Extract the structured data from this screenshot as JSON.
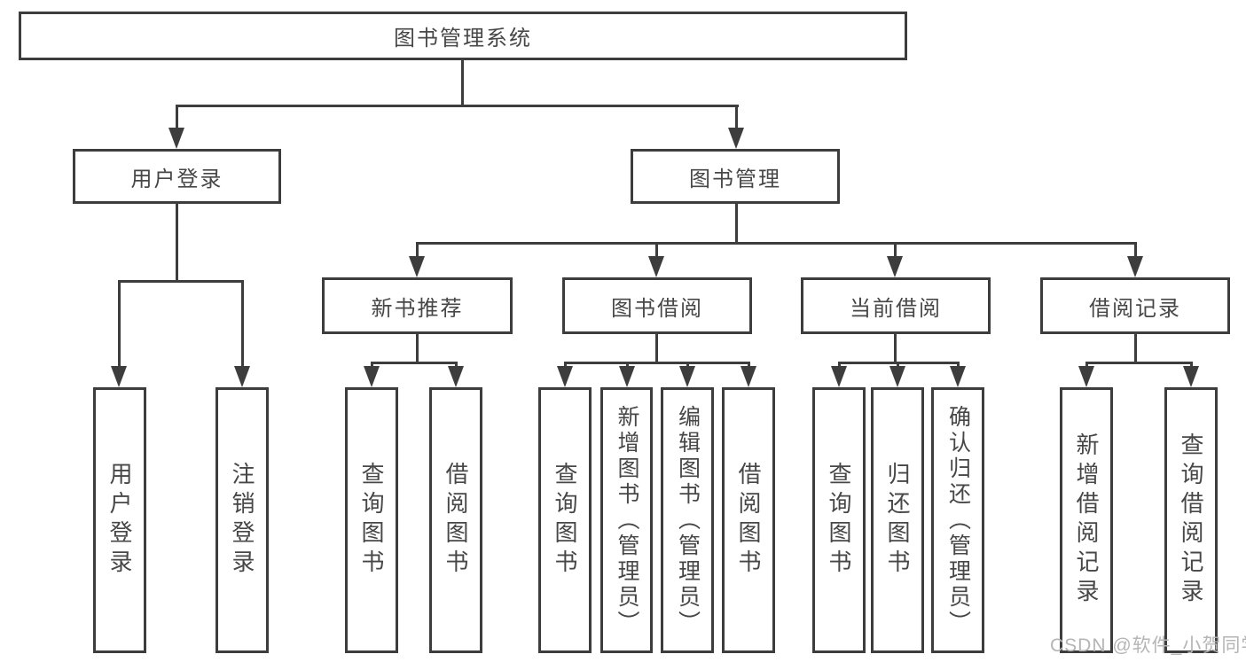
{
  "diagram": {
    "title": "图书管理系统",
    "root": "图书管理系统",
    "level2": [
      "用户登录",
      "图书管理"
    ],
    "level3": [
      "新书推荐",
      "图书借阅",
      "当前借阅",
      "借阅记录"
    ],
    "level4": {
      "under_user_login": [
        "用户登录",
        "注销登录"
      ],
      "under_new_book_recommend": [
        "查询图书",
        "借阅图书"
      ],
      "under_book_borrow": [
        "查询图书",
        "新增图书（管理员）",
        "编辑图书（管理员）",
        "借阅图书"
      ],
      "under_current_borrow": [
        "查询图书",
        "归还图书",
        "确认归还（管理员）"
      ],
      "under_borrow_records": [
        "新增借阅记录",
        "查询借阅记录"
      ]
    }
  },
  "watermark": {
    "text": "CSDN @软件_小贺同学"
  },
  "colors": {
    "line": "#3d3d3d",
    "text": "#474747",
    "watermark": "#b5b5b5",
    "background": "#ffffff"
  }
}
